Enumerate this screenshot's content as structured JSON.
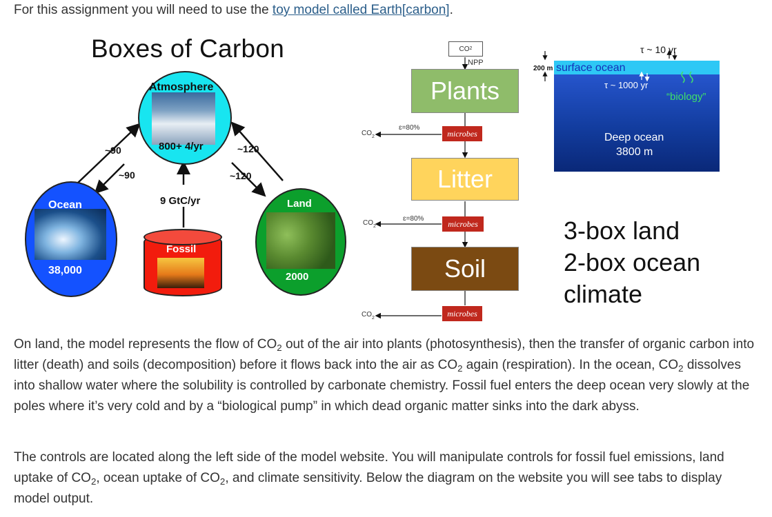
{
  "intro": {
    "text": "For this assignment you will need to use the ",
    "link": "toy model called Earth[carbon]",
    "end": "."
  },
  "boxes": {
    "title": "Boxes of Carbon",
    "atmosphere": {
      "label": "Atmosphere",
      "value": "800+ 4/yr"
    },
    "ocean": {
      "label": "Ocean",
      "value": "38,000"
    },
    "land": {
      "label": "Land",
      "value": "2000"
    },
    "fossil": {
      "label": "Fossil",
      "flux": "9 GtC/yr"
    },
    "fluxes": {
      "ocean_out": "~90",
      "ocean_in": "~90",
      "land_out": "~120",
      "land_in": "~120"
    }
  },
  "flow": {
    "co2_top": "CO",
    "npp": "NPP",
    "co2": "CO",
    "plants": "Plants",
    "litter": "Litter",
    "soil": "Soil",
    "microbes": "microbes",
    "efficiency1": "ɛ=80%",
    "efficiency2": "ɛ=80%"
  },
  "ocean_schematic": {
    "tau_short": "τ ~ 10 yr",
    "depth_surface": "200 m",
    "surface_label": "surface ocean",
    "tau_long": "τ ~ 1000 yr",
    "biology": "“biology”",
    "deep_label": "Deep ocean",
    "deep_depth": "3800 m"
  },
  "summary": {
    "line1": "3-box land",
    "line2": "2-box ocean",
    "line3": "climate"
  },
  "para1": {
    "s1": "On land, the model represents the flow of CO",
    "s2": " out of the air into plants (photosynthesis), then the transfer of organic carbon into litter (death) and soils (decomposition) before it flows back into the air as CO",
    "s3": " again (respiration). In the ocean, CO",
    "s4": " dissolves into shallow water where the solubility is controlled by carbonate chemistry. Fossil fuel enters the deep ocean very slowly at the poles where it’s very cold and by a “biological pump” in which dead organic matter sinks into the dark abyss."
  },
  "para2": {
    "s1": "The controls are located along the left side of the model website. You will manipulate controls for fossil fuel emissions, land uptake of CO",
    "s2": ", ocean uptake of CO",
    "s3": ", and climate sensitivity. Below the diagram on the website you will see tabs to display model output."
  },
  "sub2": "2",
  "colors": {
    "link": "#2b5e8a",
    "atmosphere": "#18e5f0",
    "ocean": "#1452ff",
    "land": "#0c9f2c",
    "fossil": "#f21c0d",
    "plants": "#8fbc6a",
    "litter": "#ffd45c",
    "soil": "#7b4a12",
    "microbes": "#c0281d",
    "biology": "#3fe06a"
  }
}
